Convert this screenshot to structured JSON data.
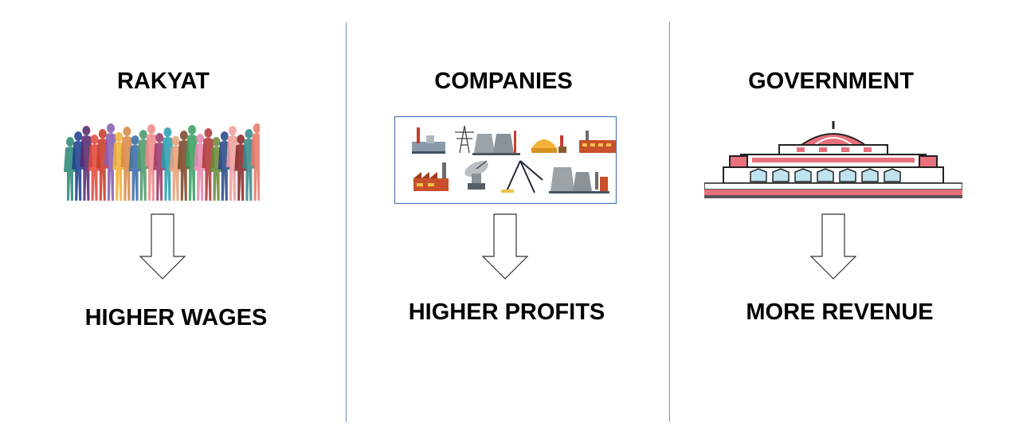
{
  "columns": [
    {
      "title": "RAKYAT",
      "result": "HIGHER WAGES",
      "picture_icon": "people-crowd-icon"
    },
    {
      "title": "COMPANIES",
      "result": "HIGHER PROFITS",
      "picture_icon": "factories-industry-icon"
    },
    {
      "title": "GOVERNMENT",
      "result": "MORE REVENUE",
      "picture_icon": "parliament-building-icon"
    }
  ],
  "colors": {
    "divider": "#6f8fc8",
    "frame_border": "#4a6fb5",
    "building_pink": "#e9707c",
    "building_blue": "#bfe3ee"
  }
}
